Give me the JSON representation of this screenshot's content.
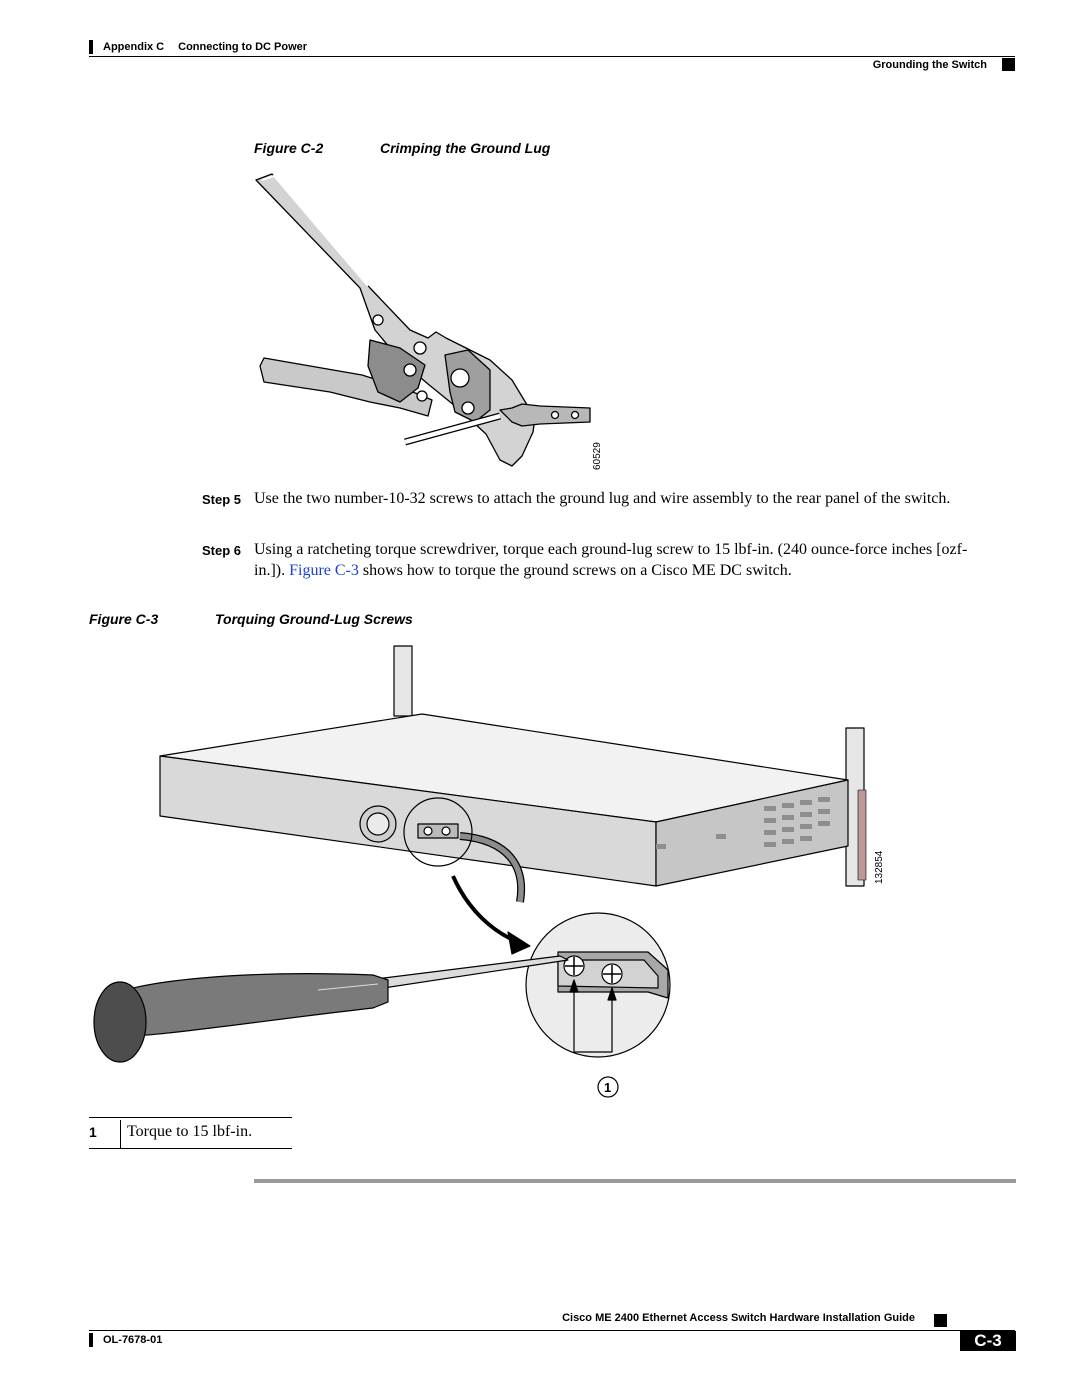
{
  "header": {
    "appendix": "Appendix C",
    "chapter": "Connecting to DC Power",
    "section": "Grounding the Switch"
  },
  "figure_c2": {
    "number": "Figure C-2",
    "title": "Crimping the Ground Lug",
    "art_id": "60529"
  },
  "steps": [
    {
      "label": "Step 5",
      "text": "Use the two number-10-32 screws to attach the ground lug and wire assembly to the rear panel of the switch."
    },
    {
      "label": "Step 6",
      "text_before": "Using a ratcheting torque screwdriver, torque each ground-lug screw to 15 lbf-in. (240 ounce-force inches [ozf-in.]). ",
      "link": "Figure C-3",
      "text_after": " shows how to torque the ground screws on a Cisco ME DC switch."
    }
  ],
  "figure_c3": {
    "number": "Figure C-3",
    "title": "Torquing Ground-Lug Screws",
    "art_id": "132854",
    "callout": "1"
  },
  "legend": [
    {
      "num": "1",
      "text": "Torque to 15 lbf-in."
    }
  ],
  "footer": {
    "guide_title": "Cisco ME 2400 Ethernet Access Switch Hardware Installation Guide",
    "doc_number": "OL-7678-01",
    "page": "C-3"
  }
}
